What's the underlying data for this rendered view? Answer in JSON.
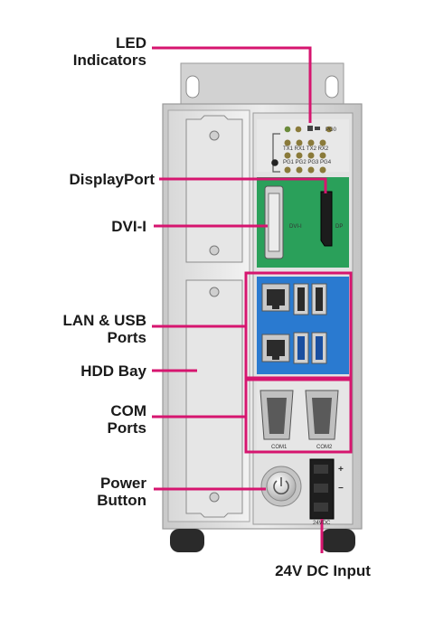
{
  "labels": {
    "led_line1": "LED",
    "led_line2": "Indicators",
    "displayport": "DisplayPort",
    "dvi": "DVI-I",
    "lan_usb_line1": "LAN & USB",
    "lan_usb_line2": "Ports",
    "hdd": "HDD Bay",
    "com_line1": "COM",
    "com_line2": "Ports",
    "power_line1": "Power",
    "power_line2": "Button",
    "dc_input": "24V DC Input"
  },
  "panel_text": {
    "led_row1": "TX1 RX1 TX2 RX2",
    "led_row2": "PG1 PG2 PG3 PG4",
    "led_top": "PG0",
    "dvi": "DVI-I",
    "dp": "DP",
    "com1": "COM1",
    "com2": "COM2",
    "dc": "24VDC",
    "plus": "+",
    "minus": "−"
  },
  "colors": {
    "callout": "#d6156f",
    "chassis": "#dcdcdc",
    "green_board": "#2aa05a",
    "blue_board": "#2a7ad0",
    "text": "#1a1a1a"
  }
}
